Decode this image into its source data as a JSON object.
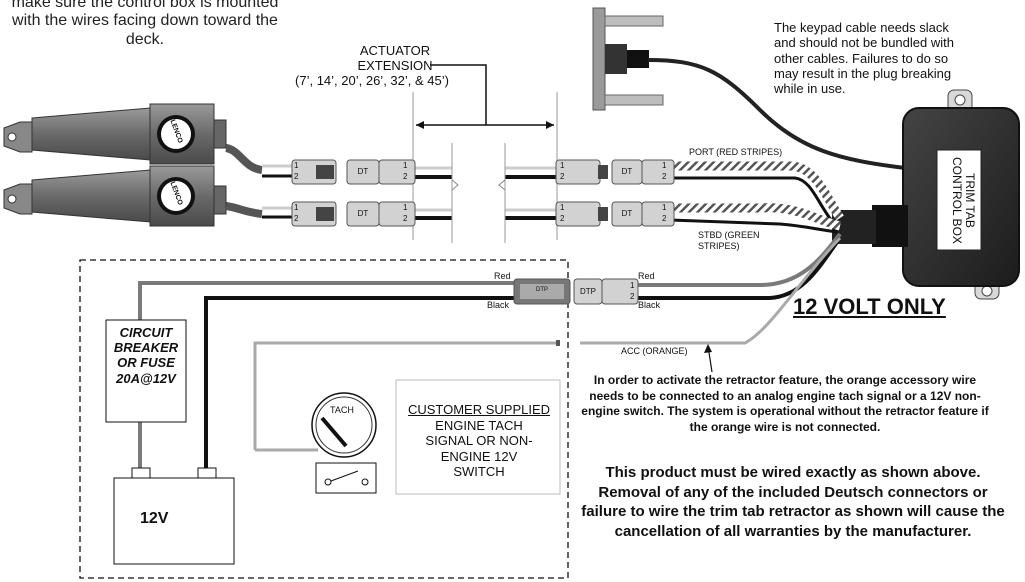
{
  "notes": {
    "top_left": "make sure the control box is mounted with the wires facing down toward the deck.",
    "keypad_cable": "The keypad cable needs slack and should not be bundled with other cables. Failures to do so may result in the plug breaking while in use.",
    "retractor": "In order to activate the retractor feature, the orange accessory wire needs to be connected to an analog engine tach signal or a 12V non-engine switch. The system is operational without the retractor feature if the orange wire is not connected.",
    "warranty": "This product must be wired exactly as shown above. Removal of any of the included Deutsch connectors or failure to wire the trim tab retractor as shown will cause the cancellation of all warranties by the manufacturer."
  },
  "labels": {
    "actuator_extension": "ACTUATOR EXTENSION",
    "extension_lengths": "(7’, 14’, 20’, 26’, 32’, & 45’)",
    "control_box": "TRIM TAB CONTROL BOX",
    "voltage": "12 VOLT ONLY",
    "port": "PORT (RED STRIPES)",
    "stbd": "STBD (GREEN STRIPES)",
    "red": "Red",
    "black": "Black",
    "acc": "ACC (ORANGE)",
    "breaker": "CIRCUIT BREAKER OR FUSE 20A@12V",
    "battery": "12V",
    "tach": "TACH",
    "customer_title": "CUSTOMER SUPPLIED",
    "customer_body": "ENGINE TACH SIGNAL OR NON-ENGINE 12V SWITCH",
    "brand": "LENCO",
    "dt": "DT",
    "dtp": "DTP",
    "pin1": "1",
    "pin2": "2"
  },
  "colors": {
    "actuator_body": "#6f6f6f",
    "control_box": "#2b2b2b",
    "wire_black": "#111111",
    "wire_gray": "#7a7a7a",
    "wire_light": "#c8c8c8",
    "connector": "#d2d2d2"
  }
}
